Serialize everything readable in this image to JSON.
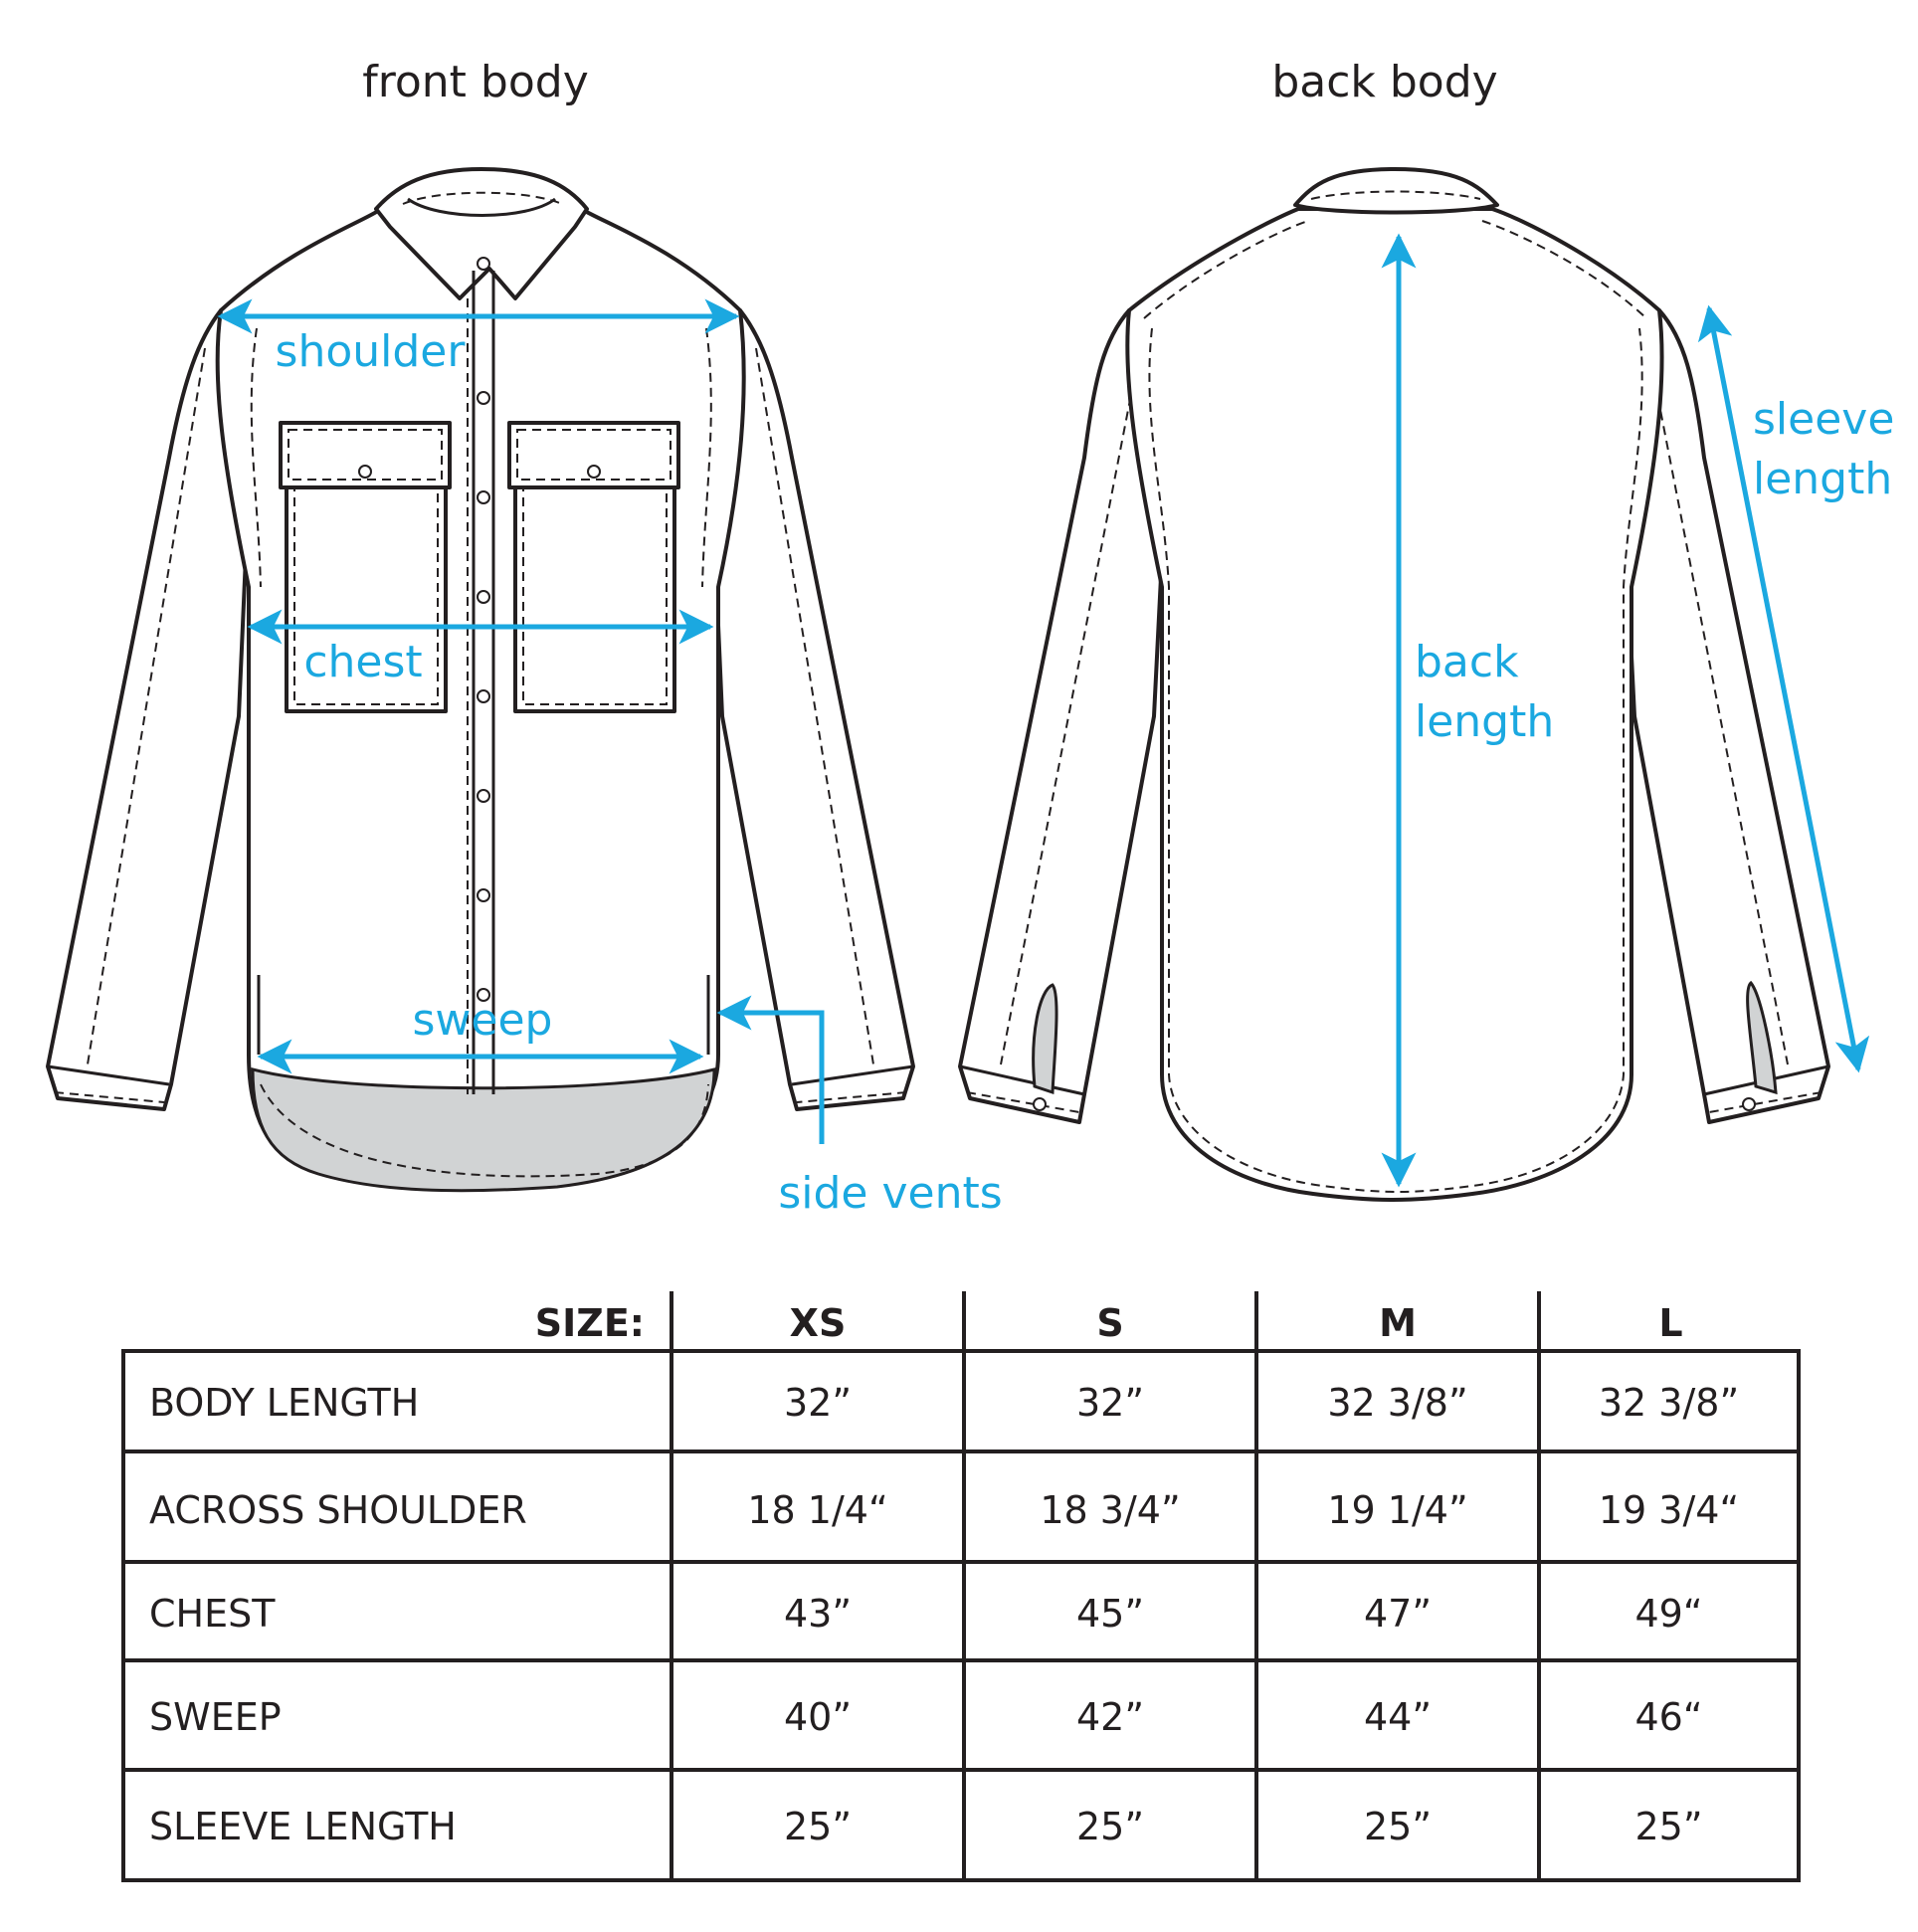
{
  "views": {
    "front_title": "front body",
    "back_title": "back body"
  },
  "measurements": {
    "shoulder": "shoulder",
    "chest": "chest",
    "sweep": "sweep",
    "side_vents": "side vents",
    "back_length_1": "back",
    "back_length_2": "length",
    "sleeve_length_1": "sleeve",
    "sleeve_length_2": "length"
  },
  "colors": {
    "accent": "#1ba8e0",
    "line": "#231f20",
    "hem_fill": "#d1d3d4"
  },
  "table": {
    "caption": "SIZE:",
    "sizes": [
      "XS",
      "S",
      "M",
      "L"
    ],
    "rows": [
      {
        "label": "BODY LENGTH",
        "values": [
          "32”",
          "32”",
          "32 3/8”",
          "32 3/8”"
        ]
      },
      {
        "label": "ACROSS SHOULDER",
        "values": [
          "18 1/4“",
          "18 3/4”",
          "19 1/4”",
          "19 3/4“"
        ]
      },
      {
        "label": "CHEST",
        "values": [
          "43”",
          "45”",
          "47”",
          "49“"
        ]
      },
      {
        "label": "SWEEP",
        "values": [
          "40”",
          "42”",
          "44”",
          "46“"
        ]
      },
      {
        "label": "SLEEVE LENGTH",
        "values": [
          "25”",
          "25”",
          "25”",
          "25”"
        ]
      }
    ]
  }
}
